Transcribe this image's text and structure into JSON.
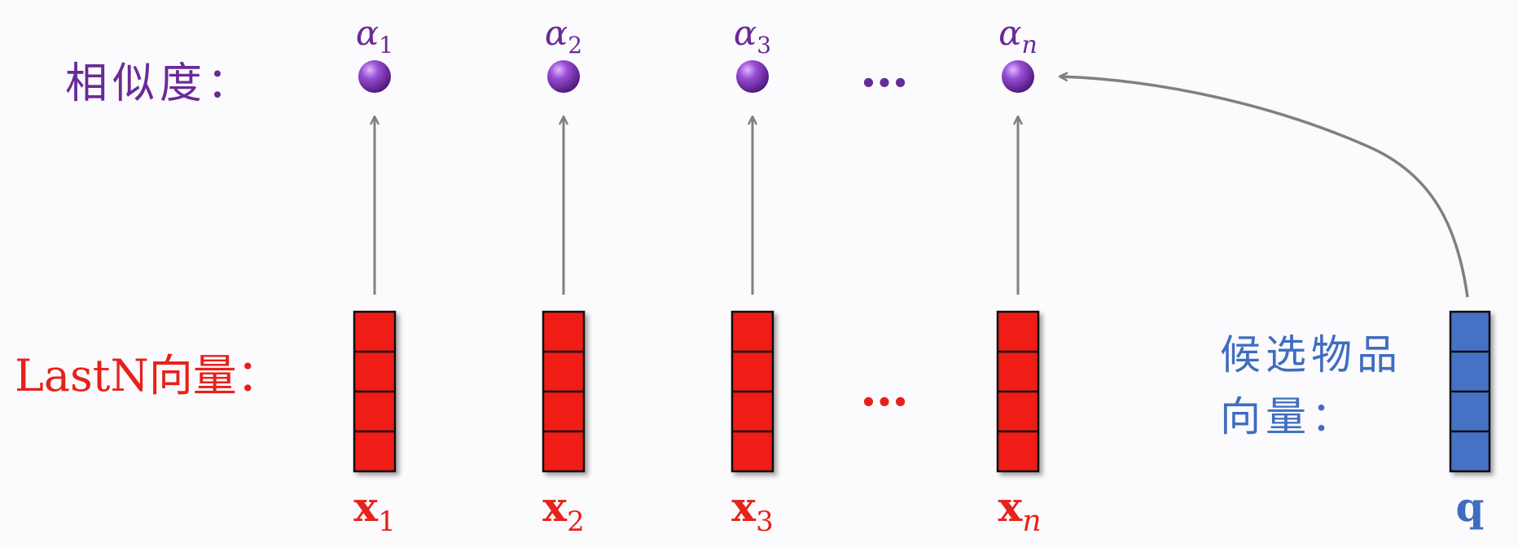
{
  "labels": {
    "similarity": "相似度：",
    "lastn": "LastN向量：",
    "candidate_line1": "候选物品",
    "candidate_line2": "向量："
  },
  "alphas": [
    {
      "sym": "α",
      "sub": "1"
    },
    {
      "sym": "α",
      "sub": "2"
    },
    {
      "sym": "α",
      "sub": "3"
    },
    {
      "sym": "α",
      "sub": "n"
    }
  ],
  "vectors": [
    {
      "sym": "x",
      "sub": "1"
    },
    {
      "sym": "x",
      "sub": "2"
    },
    {
      "sym": "x",
      "sub": "3"
    },
    {
      "sym": "x",
      "sub": "n"
    }
  ],
  "candidate": {
    "sym": "q"
  },
  "ellipsis": "…",
  "colors": {
    "purple": "#6a2a96",
    "red": "#e8211a",
    "blue": "#3f6dbf",
    "arrow": "#808080"
  }
}
